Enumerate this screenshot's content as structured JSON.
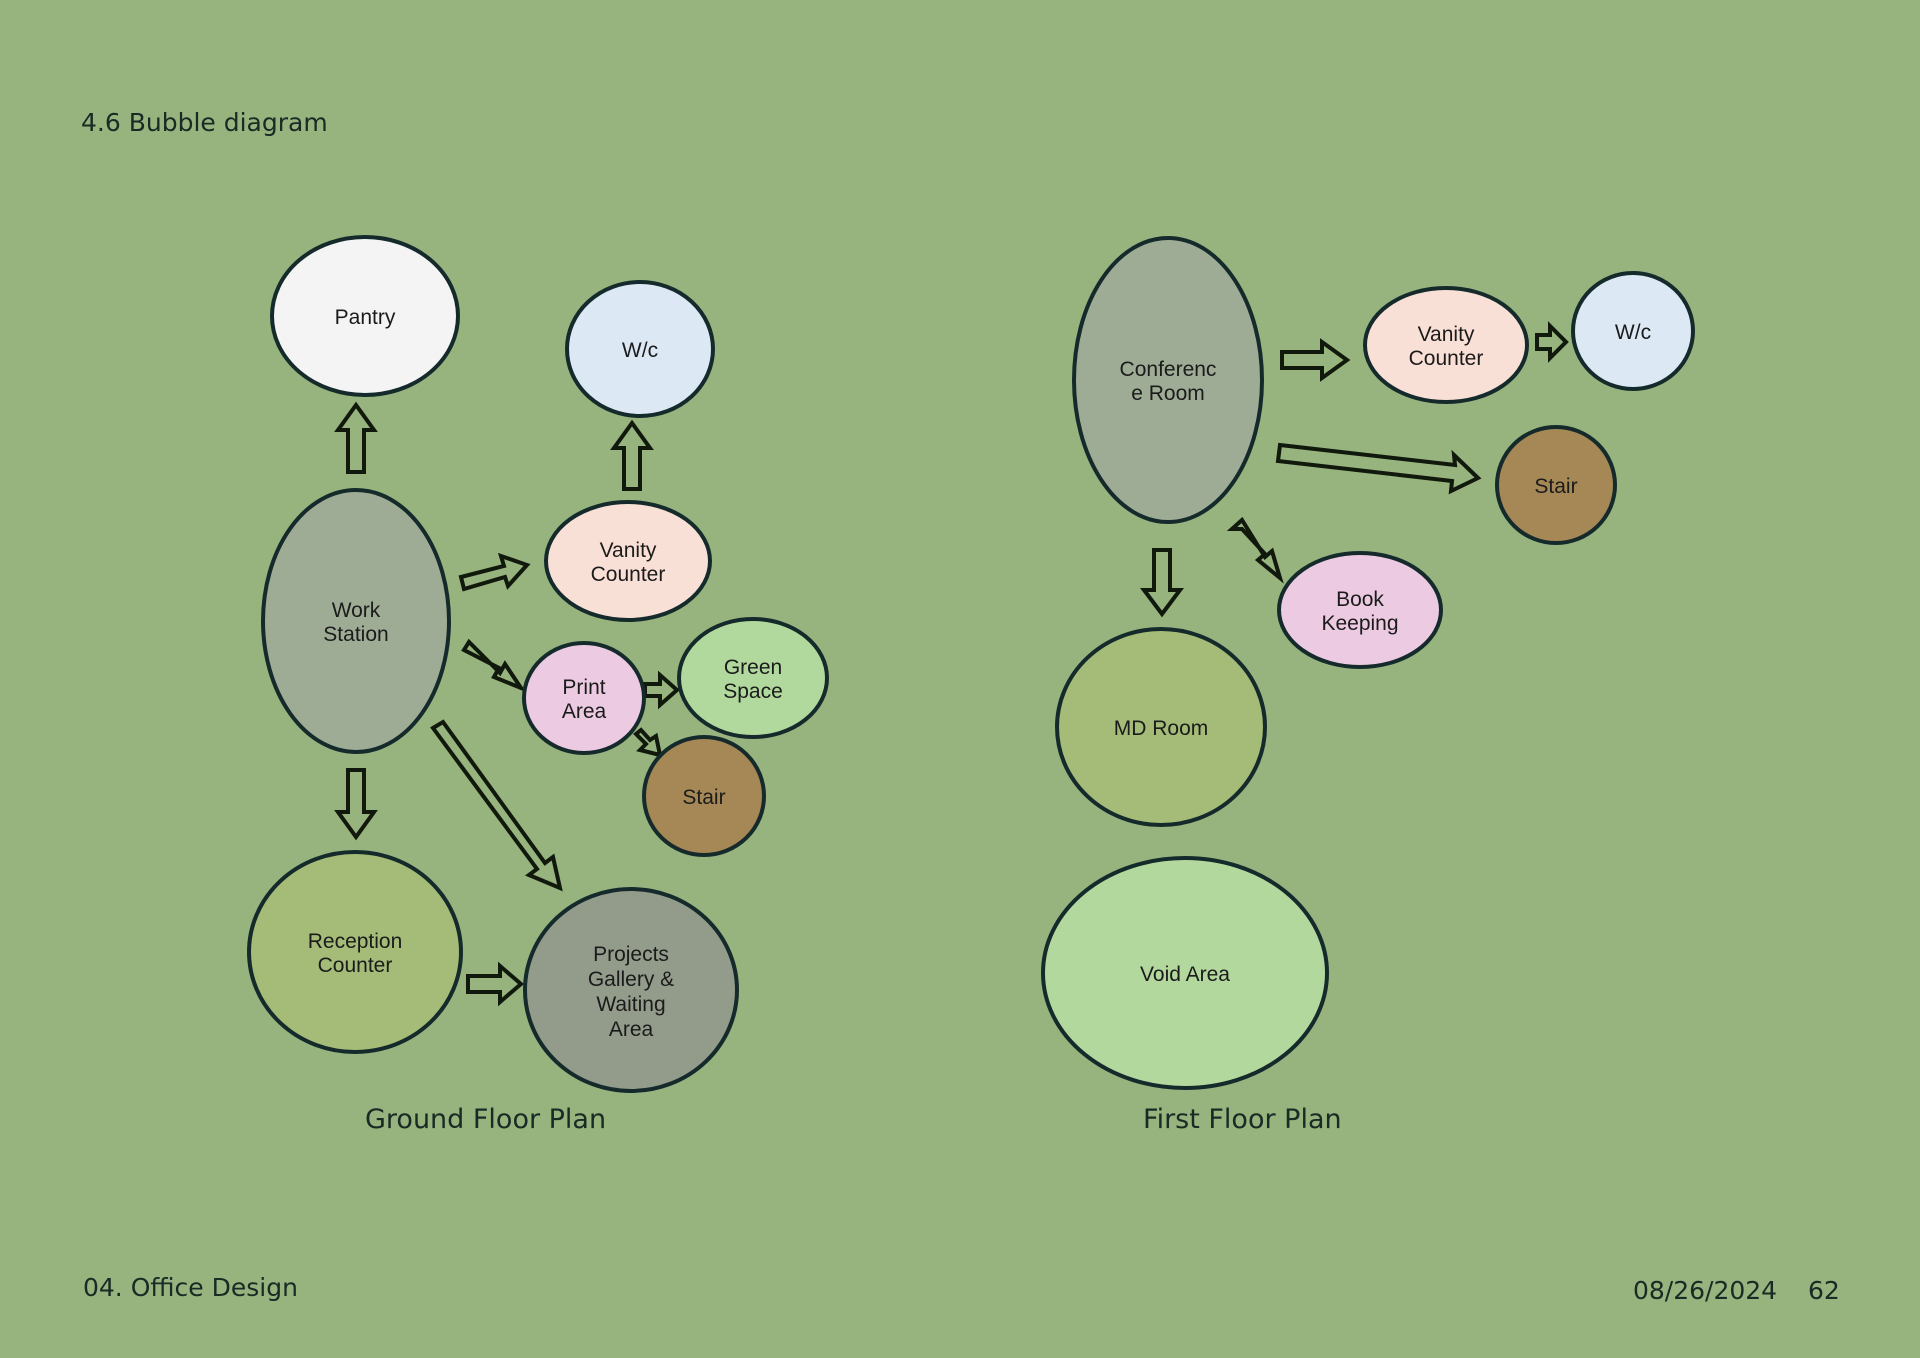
{
  "header": {
    "section_title": "4.6 Bubble diagram"
  },
  "ground_floor": {
    "caption": "Ground Floor Plan",
    "spaces": {
      "pantry": "Pantry",
      "wc": "W/c",
      "vanity_l1": "Vanity",
      "vanity_l2": "Counter",
      "work_l1": "Work",
      "work_l2": "Station",
      "print_l1": "Print",
      "print_l2": "Area",
      "green_l1": "Green",
      "green_l2": "Space",
      "stair": "Stair",
      "reception_l1": "Reception",
      "reception_l2": "Counter",
      "projects_l1": "Projects",
      "projects_l2": "Gallery &",
      "projects_l3": "Waiting",
      "projects_l4": "Area"
    }
  },
  "first_floor": {
    "caption": "First Floor Plan",
    "spaces": {
      "conference_l1": "Conferenc",
      "conference_l2": "e Room",
      "vanity_l1": "Vanity",
      "vanity_l2": "Counter",
      "wc": "W/c",
      "stair": "Stair",
      "book_l1": "Book",
      "book_l2": "Keeping",
      "md_room": "MD Room",
      "void_area": "Void Area"
    }
  },
  "footer": {
    "section": "04. Office Design",
    "date": "08/26/2024",
    "page": "62"
  },
  "colors": {
    "background": "#97b37e",
    "outline": "#152a2b",
    "pantry": "#f4f4f4",
    "wc": "#dce9f5",
    "vanity": "#f9e0d6",
    "work_station": "#9fac95",
    "print": "#eccbe2",
    "green_space": "#b1d99d",
    "stair": "#a58856",
    "reception": "#a4bc77",
    "projects": "#939b8b",
    "conference": "#9fac95",
    "book_keeping": "#eccbe2",
    "md_room": "#a4bc77",
    "void_area": "#b2d89e"
  }
}
